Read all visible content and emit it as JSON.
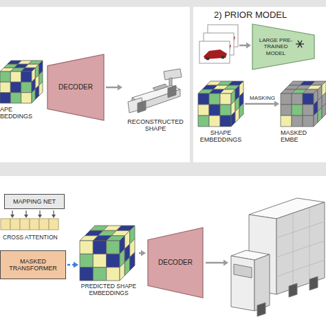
{
  "diagram": {
    "nodes": [
      {
        "text": [
          "APE BEDDINGS"
        ]
      },
      {
        "text": [
          "DECODER"
        ]
      },
      {
        "text": [
          "RECONSTRUCTED SHAPE"
        ]
      },
      {
        "text": [
          "2) PRIOR MODEL"
        ]
      },
      {
        "text": [
          "LARGE PRE-TRAINED MODEL"
        ],
        "in": 3
      },
      {
        "text": [
          "SHAPE EMBEDDINGS"
        ],
        "in": 3
      },
      {
        "text": [
          "MASKED EMBE"
        ],
        "in": 3
      },
      {
        "text": [
          "MAPPING NET"
        ]
      },
      {
        "text": [
          "MASKED TRANSFORMER"
        ]
      },
      {
        "text": [
          "PREDICTED SHAPE EMBEDDINGS"
        ]
      },
      {
        "text": [
          "DECODER"
        ]
      }
    ],
    "edges": [
      {
        "from": 1,
        "to": 2,
        "arrow": "to"
      },
      {
        "from": 5,
        "to": 6,
        "label": "MASKING",
        "arrow": "to"
      },
      {
        "from": 8,
        "to": 9,
        "arrow": "to"
      },
      {
        "from": 9,
        "to": 10,
        "arrow": "to"
      }
    ],
    "labels": [
      "CROSS ATTENTION"
    ]
  }
}
